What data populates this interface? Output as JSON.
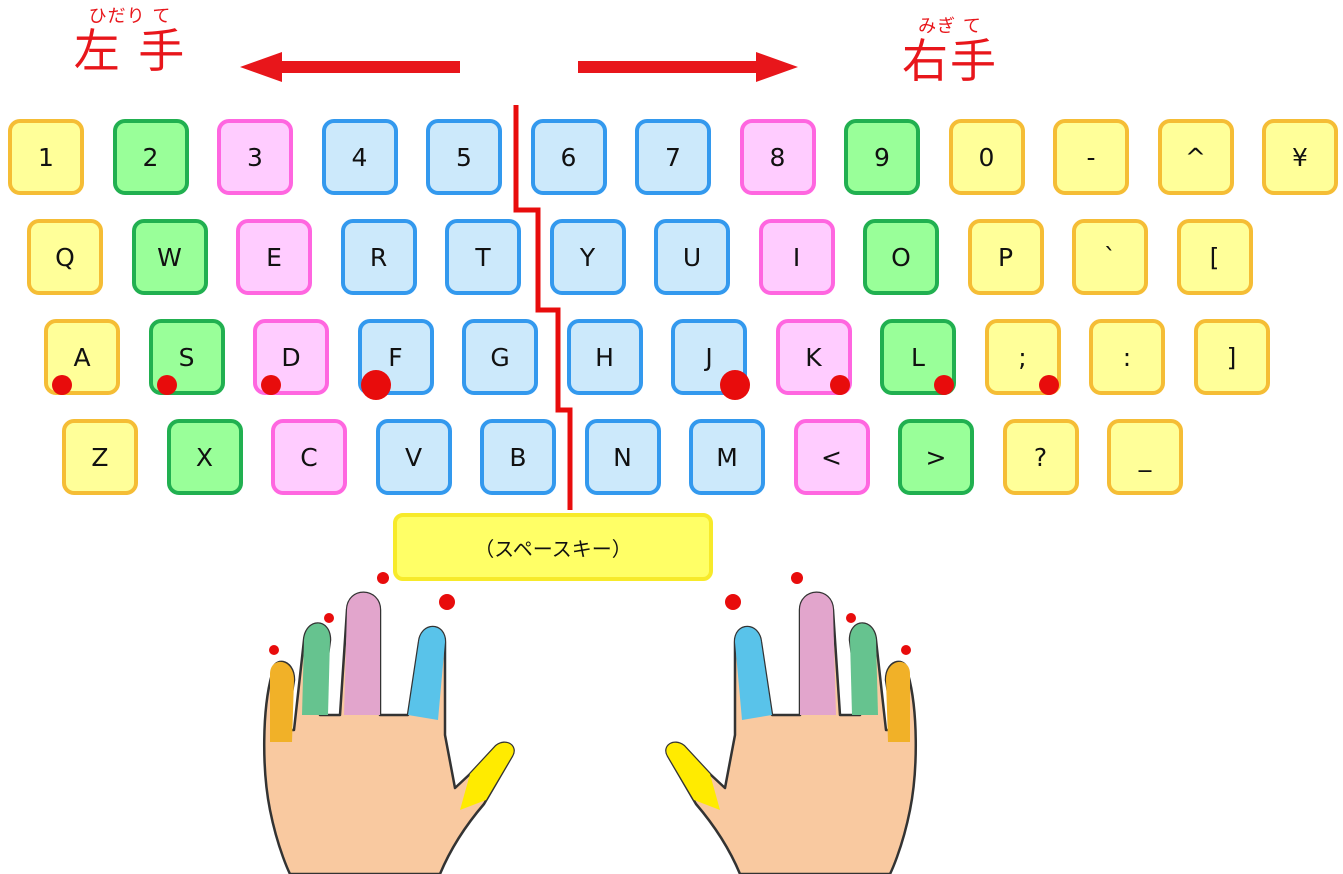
{
  "header": {
    "left": {
      "ruby": "ひだり て",
      "label": "左 手"
    },
    "right": {
      "ruby": "みぎ て",
      "label": "右手"
    }
  },
  "colors": {
    "yellow": "#ffff99",
    "green": "#99ff99",
    "pink": "#ffccff",
    "blue": "#cce9fb",
    "arrow": "#e8161b",
    "home_dot": "#e80c0c"
  },
  "keyboard": {
    "rows": [
      {
        "keys": [
          {
            "label": "1",
            "color": "yellow"
          },
          {
            "label": "2",
            "color": "green"
          },
          {
            "label": "3",
            "color": "pink"
          },
          {
            "label": "4",
            "color": "blue"
          },
          {
            "label": "5",
            "color": "blue"
          },
          {
            "label": "6",
            "color": "blue"
          },
          {
            "label": "7",
            "color": "blue"
          },
          {
            "label": "8",
            "color": "pink"
          },
          {
            "label": "9",
            "color": "green"
          },
          {
            "label": "0",
            "color": "yellow"
          },
          {
            "label": "-",
            "color": "yellow"
          },
          {
            "label": "^",
            "color": "yellow"
          },
          {
            "label": "¥",
            "color": "yellow"
          }
        ]
      },
      {
        "keys": [
          {
            "label": "Q",
            "color": "yellow"
          },
          {
            "label": "W",
            "color": "green"
          },
          {
            "label": "E",
            "color": "pink"
          },
          {
            "label": "R",
            "color": "blue"
          },
          {
            "label": "T",
            "color": "blue"
          },
          {
            "label": "Y",
            "color": "blue"
          },
          {
            "label": "U",
            "color": "blue"
          },
          {
            "label": "I",
            "color": "pink"
          },
          {
            "label": "O",
            "color": "green"
          },
          {
            "label": "P",
            "color": "yellow"
          },
          {
            "label": "`",
            "color": "yellow"
          },
          {
            "label": "[",
            "color": "yellow"
          }
        ]
      },
      {
        "keys": [
          {
            "label": "A",
            "color": "yellow",
            "home": true
          },
          {
            "label": "S",
            "color": "green",
            "home": true
          },
          {
            "label": "D",
            "color": "pink",
            "home": true
          },
          {
            "label": "F",
            "color": "blue",
            "home": true,
            "big": true
          },
          {
            "label": "G",
            "color": "blue"
          },
          {
            "label": "H",
            "color": "blue"
          },
          {
            "label": "J",
            "color": "blue",
            "home": true,
            "big": true
          },
          {
            "label": "K",
            "color": "pink",
            "home": true
          },
          {
            "label": "L",
            "color": "green",
            "home": true
          },
          {
            "label": ";",
            "color": "yellow",
            "home": true
          },
          {
            "label": ":",
            "color": "yellow"
          },
          {
            "label": "]",
            "color": "yellow"
          }
        ]
      },
      {
        "keys": [
          {
            "label": "Z",
            "color": "yellow"
          },
          {
            "label": "X",
            "color": "green"
          },
          {
            "label": "C",
            "color": "pink"
          },
          {
            "label": "V",
            "color": "blue"
          },
          {
            "label": "B",
            "color": "blue"
          },
          {
            "label": "N",
            "color": "blue"
          },
          {
            "label": "M",
            "color": "blue"
          },
          {
            "label": "<",
            "color": "pink"
          },
          {
            "label": ">",
            "color": "green"
          },
          {
            "label": "?",
            "color": "yellow"
          },
          {
            "label": "_",
            "color": "yellow"
          }
        ]
      }
    ],
    "space_label": "（スペースキー）"
  }
}
